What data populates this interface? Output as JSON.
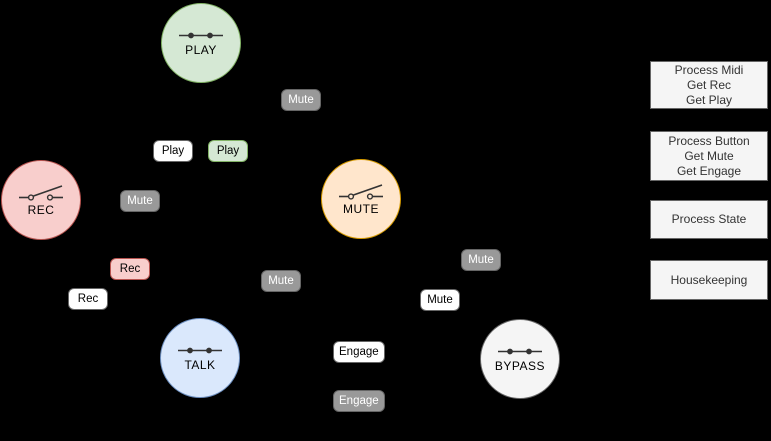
{
  "colors": {
    "canvas-bg": "#000000",
    "green-fill": "#d5e8d4",
    "green-stroke": "#82b366",
    "red-fill": "#f8cecc",
    "red-stroke": "#b85450",
    "orange-fill": "#ffe6cc",
    "orange-stroke": "#d79b00",
    "blue-fill": "#dae8fc",
    "blue-stroke": "#6c8ebf",
    "node-gray-fill": "#f5f5f5",
    "node-gray-stroke": "#666666",
    "chip-gray-fill": "#999999",
    "chip-white-fill": "#ffffff",
    "chip-stroke": "#666666",
    "chip-text-light": "#ffffff",
    "panel-fill": "#f5f5f5",
    "panel-stroke": "#666666",
    "panel-text": "#333333",
    "node-text": "#000000",
    "icon-stroke": "#333333"
  },
  "states": {
    "play": {
      "label": "PLAY",
      "switch": "closed"
    },
    "rec": {
      "label": "REC",
      "switch": "open"
    },
    "mute": {
      "label": "MUTE",
      "switch": "open"
    },
    "talk": {
      "label": "TALK",
      "switch": "closed"
    },
    "bypass": {
      "label": "BYPASS",
      "switch": "closed"
    }
  },
  "edge_labels": [
    {
      "label": "Mute",
      "variant": "gray"
    },
    {
      "label": "Play",
      "variant": "white"
    },
    {
      "label": "Play",
      "variant": "green"
    },
    {
      "label": "Mute",
      "variant": "gray"
    },
    {
      "label": "Rec",
      "variant": "red"
    },
    {
      "label": "Rec",
      "variant": "white"
    },
    {
      "label": "Mute",
      "variant": "gray"
    },
    {
      "label": "Mute",
      "variant": "gray"
    },
    {
      "label": "Mute",
      "variant": "white"
    },
    {
      "label": "Engage",
      "variant": "white"
    },
    {
      "label": "Engage",
      "variant": "gray"
    }
  ],
  "process_boxes": [
    {
      "lines": [
        "Process Midi",
        "Get Rec",
        "Get Play"
      ]
    },
    {
      "lines": [
        "Process Button",
        "Get Mute",
        "Get Engage"
      ]
    },
    {
      "lines": [
        "Process State"
      ]
    },
    {
      "lines": [
        "Housekeeping"
      ]
    }
  ]
}
